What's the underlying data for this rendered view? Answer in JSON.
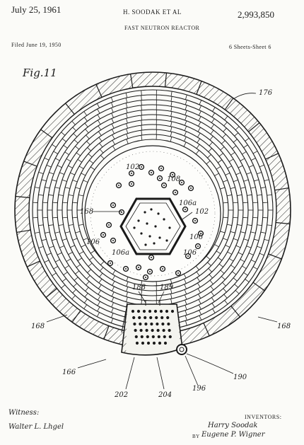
{
  "header": {
    "date": "July 25, 1961",
    "inventors_line": "H. SOODAK ET AL",
    "patent_number": "2,993,850",
    "title": "FAST NEUTRON REACTOR",
    "filed": "Filed June 19, 1950",
    "sheets": "6 Sheets-Sheet 6"
  },
  "figure": {
    "label": "Fig.11",
    "refs": {
      "r176": "176",
      "r102a": "102",
      "r108": "108",
      "r168a": "168",
      "r106a": "106a",
      "r102b": "102",
      "r106b": "106",
      "r106c": "106",
      "r106d": "106a",
      "r106e": "106",
      "r188": "188",
      "r189": "189",
      "r168b": "168",
      "r168c": "168",
      "r166": "166",
      "r190": "190",
      "r196": "196",
      "r202": "202",
      "r204": "204"
    }
  },
  "footer": {
    "witness_label": "Witness:",
    "witness_name": "Walter L. Lhgel",
    "inventors_label": "INVENTORS:",
    "inventor1": "Harry Soodak",
    "inventor2": "Eugene P. Wigner",
    "by": "BY"
  }
}
